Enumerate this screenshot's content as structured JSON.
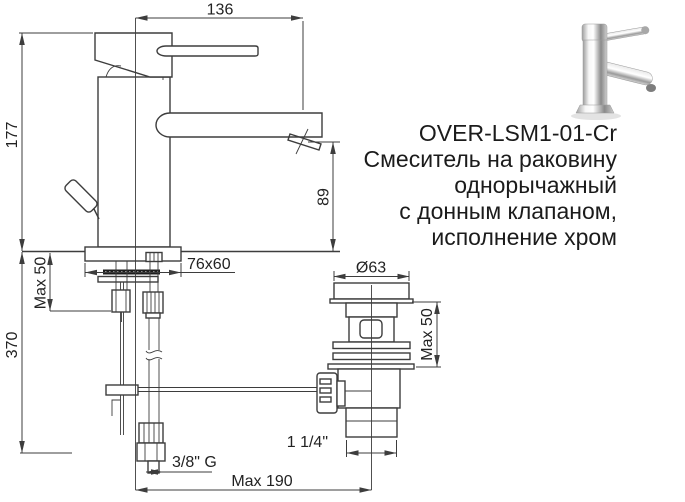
{
  "product": {
    "code": "OVER-LSM1-01-Cr",
    "description_line1": "Смеситель на раковину",
    "description_line2": "однорычажный",
    "description_line3": "с донным клапаном,",
    "description_line4": "исполнение хром"
  },
  "drawing": {
    "front_view": {
      "dim_spout_reach": "136",
      "dim_total_height": "177",
      "dim_spout_outlet_height": "89",
      "dim_base_footprint": "76x60",
      "dim_max_mounting_thickness": "Max 50",
      "dim_supply_hose_length": "370",
      "dim_hose_thread": "3/8\" G",
      "dim_max_rod_reach": "Max 190"
    },
    "drain_view": {
      "dim_flange_diameter": "Ø63",
      "dim_max_mounting_thickness": "Max 50",
      "dim_tailpiece_thread": "1 1/4\""
    }
  },
  "colors": {
    "background": "#ffffff",
    "drawing_line": "#3d3d3d",
    "text": "#1b1b1b",
    "chrome_highlight": "#f5f5f5",
    "chrome_shadow": "#8f8f8f"
  }
}
